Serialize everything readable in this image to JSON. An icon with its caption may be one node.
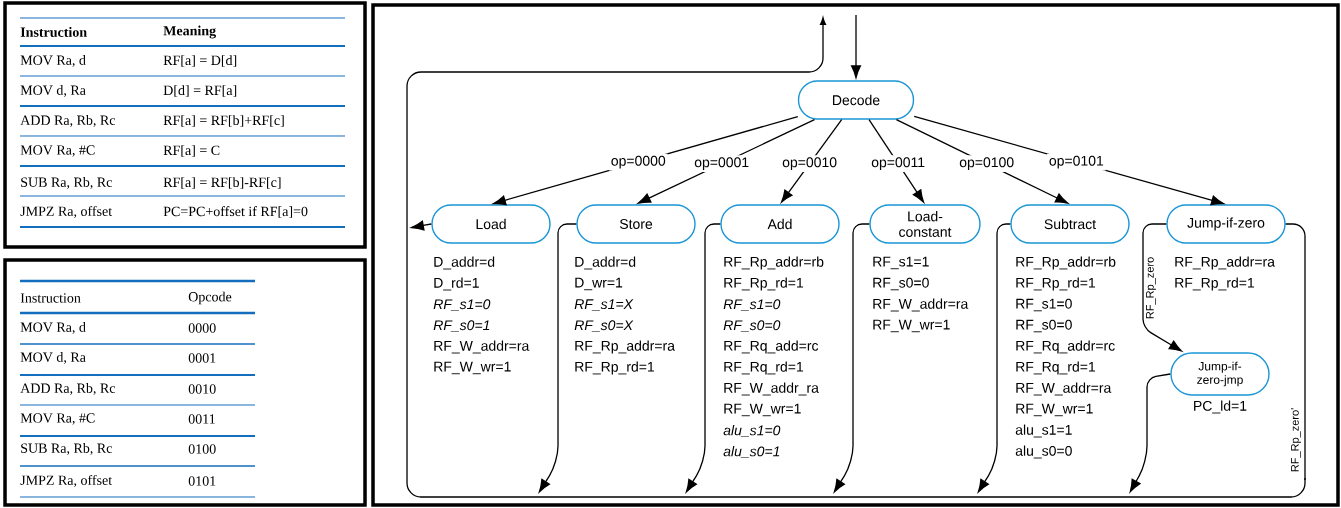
{
  "diagram": {
    "nodes": [
      {
        "text": [
          "Decode"
        ]
      },
      {
        "text": [
          "Load"
        ],
        "beside": [
          "D_addr=d",
          "D_rd=1",
          "*RF_s1=0*",
          "*RF_s0=1*",
          "RF_W_addr=ra",
          "RF_W_wr=1"
        ]
      },
      {
        "text": [
          "Store"
        ],
        "beside": [
          "D_addr=d",
          "D_wr=1",
          "*RF_s1=X*",
          "*RF_s0=X*",
          "RF_Rp_addr=ra",
          "RF_Rp_rd=1"
        ]
      },
      {
        "text": [
          "Add"
        ],
        "beside": [
          "RF_Rp_addr=rb",
          "RF_Rp_rd=1",
          "*RF_s1=0*",
          "*RF_s0=0*",
          "RF_Rq_add=rc",
          "RF_Rq_rd=1",
          "RF_W_addr_ra",
          "RF_W_wr=1",
          "*alu_s1=0*",
          "*alu_s0=1*"
        ]
      },
      {
        "text": [
          "Load-constant"
        ],
        "beside": [
          "RF_s1=1",
          "RF_s0=0",
          "RF_W_addr=ra",
          "RF_W_wr=1"
        ]
      },
      {
        "text": [
          "Subtract"
        ],
        "beside": [
          "RF_Rp_addr=rb",
          "RF_Rp_rd=1",
          "RF_s1=0",
          "RF_s0=0",
          "RF_Rq_addr=rc",
          "RF_Rq_rd=1",
          "RF_W_addr=ra",
          "RF_W_wr=1",
          "alu_s1=1",
          "alu_s0=0"
        ]
      },
      {
        "text": [
          "Jump-if-zero"
        ],
        "beside": [
          "RF_Rp_addr=ra",
          "RF_Rp_rd=1"
        ]
      },
      {
        "text": [
          "Jump-if-zero-jmp"
        ],
        "beside": [
          "PC_ld=1"
        ]
      }
    ],
    "edges": [
      {
        "from": null,
        "to": 0,
        "arrow": "to"
      },
      {
        "from": 0,
        "to": 1,
        "arrow": "to",
        "label": "op=0000"
      },
      {
        "from": 0,
        "to": 2,
        "arrow": "to",
        "label": "op=0001"
      },
      {
        "from": 0,
        "to": 3,
        "arrow": "to",
        "label": "op=0010"
      },
      {
        "from": 0,
        "to": 4,
        "arrow": "to",
        "label": "op=0011"
      },
      {
        "from": 0,
        "to": 5,
        "arrow": "to",
        "label": "op=0100"
      },
      {
        "from": 0,
        "to": 6,
        "arrow": "to",
        "label": "op=0101"
      },
      {
        "from": 1,
        "to": null,
        "arrow": "to"
      },
      {
        "from": 2,
        "to": null,
        "arrow": "to"
      },
      {
        "from": 3,
        "to": null,
        "arrow": "to"
      },
      {
        "from": 4,
        "to": null,
        "arrow": "to"
      },
      {
        "from": 5,
        "to": null,
        "arrow": "to"
      },
      {
        "from": 6,
        "to": 7,
        "arrow": "to",
        "label": "RF_Rp_zero"
      },
      {
        "from": 6,
        "to": null,
        "arrow": "none",
        "label": "RF_Rp_zero'"
      },
      {
        "from": 7,
        "to": null,
        "arrow": "to"
      }
    ],
    "labels": [
      "Instruction",
      "Meaning",
      "MOV Ra, d",
      "RF[a] = D[d]",
      "MOV d, Ra",
      "D[d] = RF[a]",
      "ADD Ra, Rb, Rc",
      "RF[a] = RF[b]+RF[c]",
      "MOV Ra, #C",
      "RF[a] = C",
      "SUB Ra, Rb, Rc",
      "RF[a] = RF[b]-RF[c]",
      "JMPZ Ra, offset",
      "PC=PC+offset if RF[a]=0",
      "Instruction",
      "Opcode",
      "MOV Ra, d",
      "0000",
      "MOV d, Ra",
      "0001",
      "ADD Ra, Rb, Rc",
      "0010",
      "MOV Ra, #C",
      "0011",
      "SUB Ra, Rb, Rc",
      "0100",
      "JMPZ Ra, offset",
      "0101"
    ]
  }
}
